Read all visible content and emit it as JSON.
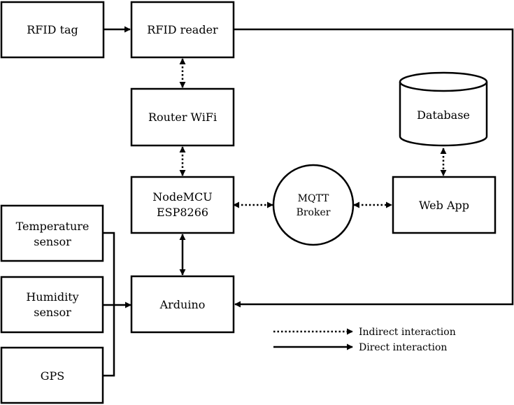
{
  "nodes": {
    "rfid_tag": "RFID tag",
    "rfid_reader": "RFID reader",
    "router": "Router WiFi",
    "database": "Database",
    "nodemcu_line1": "NodeMCU",
    "nodemcu_line2": "ESP8266",
    "mqtt_line1": "MQTT",
    "mqtt_line2": "Broker",
    "web_app": "Web App",
    "temp_line1": "Temperature",
    "temp_line2": "sensor",
    "humidity_line1": "Humidity",
    "humidity_line2": "sensor",
    "gps": "GPS",
    "arduino": "Arduino"
  },
  "legend": {
    "indirect": "Indirect interaction",
    "direct": "Direct interaction"
  }
}
